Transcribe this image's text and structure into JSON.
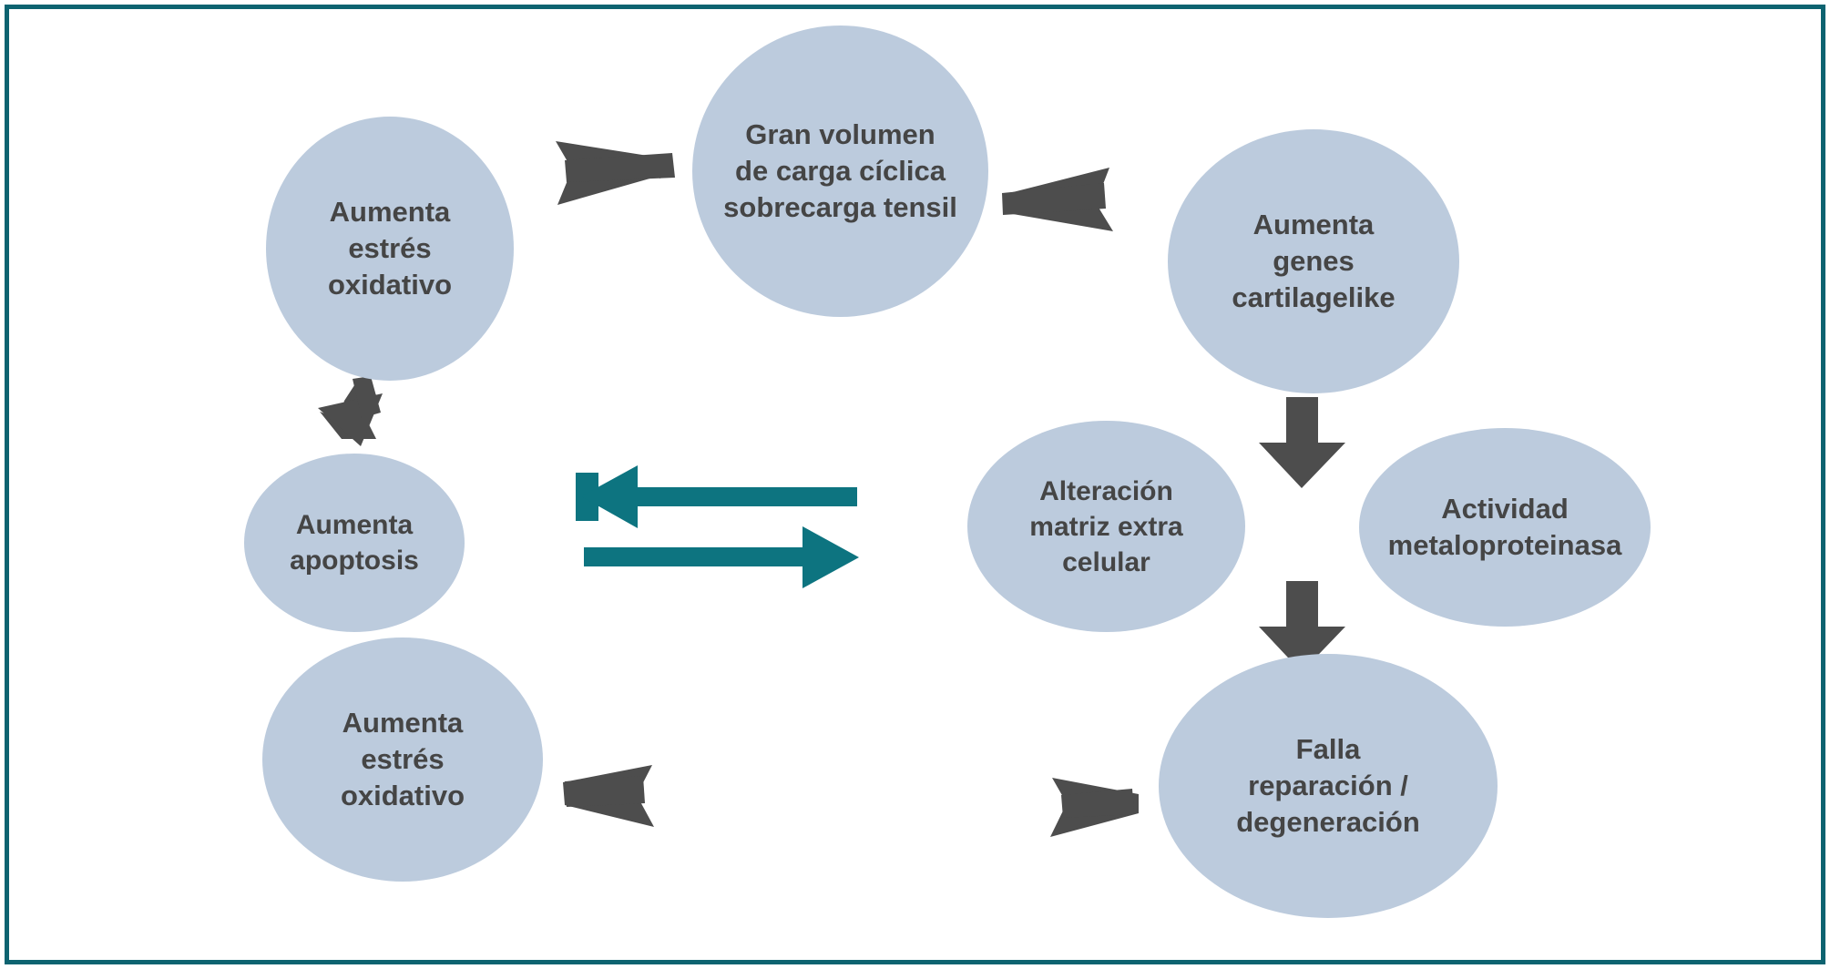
{
  "figure": {
    "type": "flow-diagram",
    "language": "es",
    "border_color": "#0d6370",
    "node_fill": "#bccbdd",
    "node_text_color": "#454545",
    "gray_arrow_color": "#4d4d4d",
    "teal_arrow_color": "#0d7480",
    "background": "#ffffff"
  },
  "nodes": {
    "gran_volumen": {
      "label": "Gran volumen\nde carga cíclica\nsobrecarga tensil",
      "shape": "ellipse"
    },
    "estres_oxidativo_top": {
      "label": "Aumenta\nestrés\noxidativo",
      "shape": "ellipse"
    },
    "genes_cartilagelike": {
      "label": "Aumenta\ngenes\ncartilagelike",
      "shape": "ellipse"
    },
    "apoptosis": {
      "label": "Aumenta\napoptosis",
      "shape": "ellipse"
    },
    "matriz_extracelular": {
      "label": "Alteración\nmatriz extra\ncelular",
      "shape": "ellipse"
    },
    "metaloproteinasa": {
      "label": "Actividad\nmetaloproteinasa",
      "shape": "ellipse"
    },
    "falla_reparacion": {
      "label": "Falla\nreparación /\ndegeneración",
      "shape": "ellipse"
    },
    "estres_oxidativo_bottom": {
      "label": "Aumenta\nestrés\noxidativo",
      "shape": "ellipse"
    }
  },
  "edges": [
    {
      "id": "gran-to-oxidativo",
      "from": "gran_volumen",
      "to": "estres_oxidativo_top",
      "direction": "left",
      "color": "gray"
    },
    {
      "id": "gran-to-genes",
      "from": "gran_volumen",
      "to": "genes_cartilagelike",
      "direction": "right",
      "color": "gray"
    },
    {
      "id": "oxidativo-to-apoptosis",
      "from": "estres_oxidativo_top",
      "to": "apoptosis",
      "direction": "down",
      "color": "gray"
    },
    {
      "id": "genes-to-matriz",
      "from": "genes_cartilagelike",
      "to": "matriz_extracelular",
      "direction": "down",
      "color": "gray"
    },
    {
      "id": "matriz-to-falla",
      "from": "matriz_extracelular",
      "to": "falla_reparacion",
      "direction": "down",
      "color": "gray"
    },
    {
      "id": "falla-to-left",
      "from": "falla_reparacion",
      "to": "estres_oxidativo_bottom",
      "direction": "left",
      "color": "gray"
    },
    {
      "id": "oxidativo-bottom-out",
      "from": "estres_oxidativo_bottom",
      "to": "",
      "direction": "right",
      "color": "gray"
    },
    {
      "id": "bidirectional-left",
      "from": "right_cluster",
      "to": "left_cluster",
      "direction": "left",
      "color": "teal"
    },
    {
      "id": "bidirectional-right",
      "from": "left_cluster",
      "to": "right_cluster",
      "direction": "right",
      "color": "teal"
    }
  ]
}
